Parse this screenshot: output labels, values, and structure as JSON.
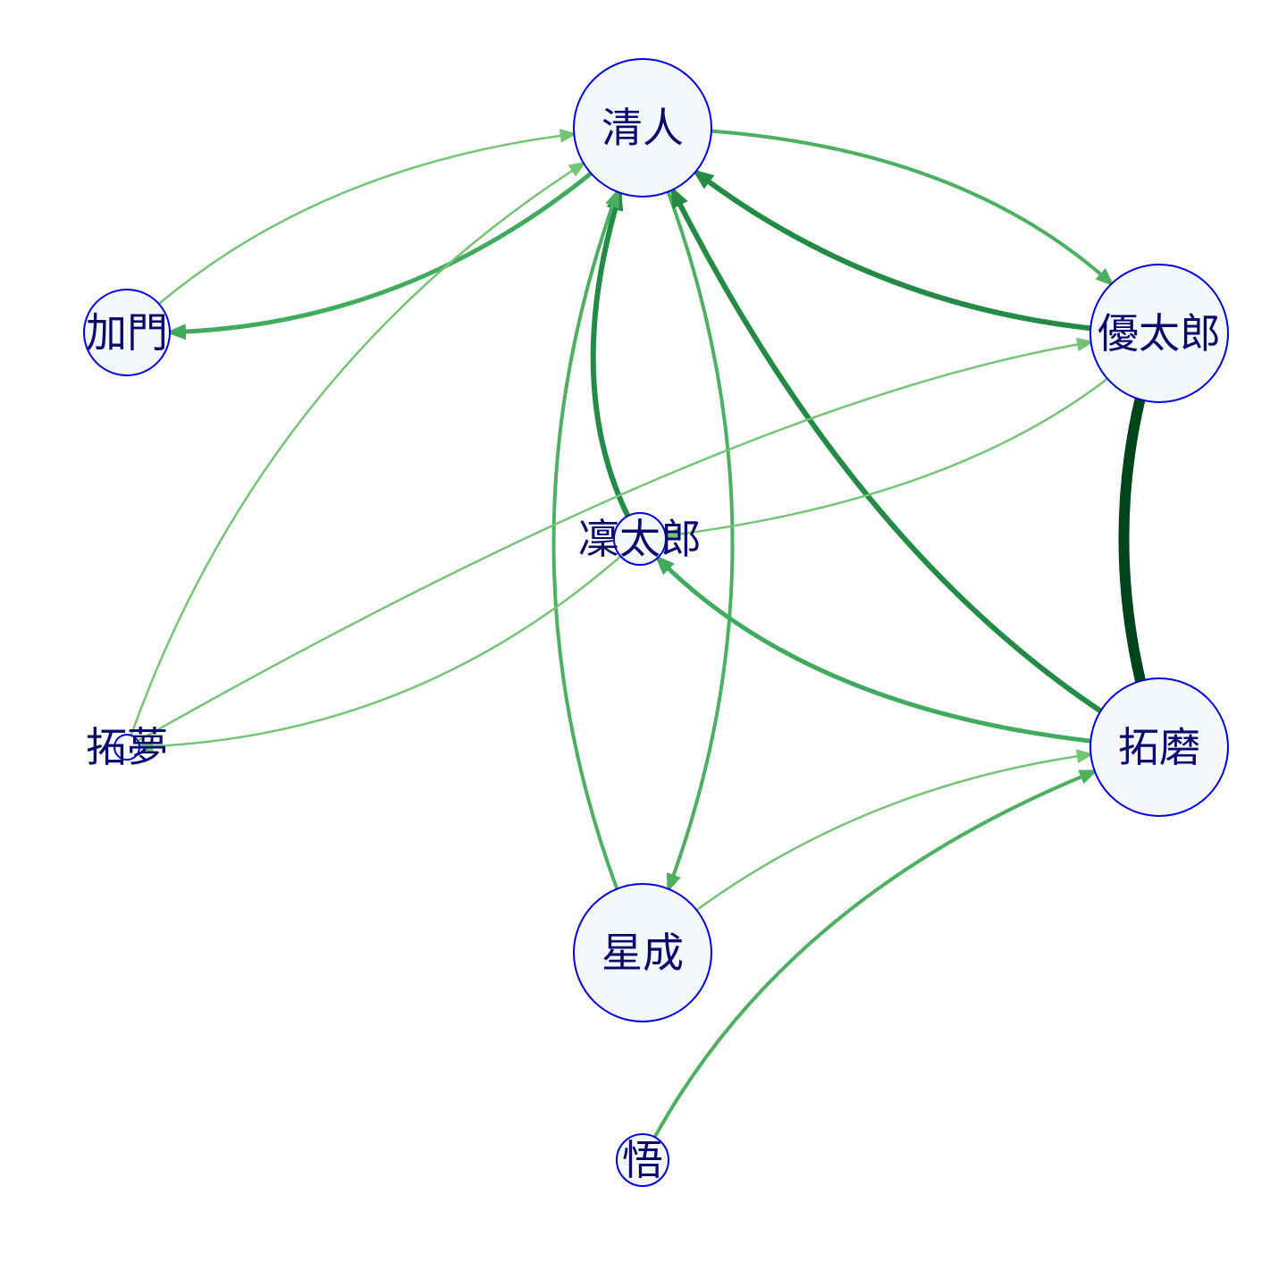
{
  "nodes": [
    {
      "id": "kiyoto",
      "label": "清人",
      "size": "large"
    },
    {
      "id": "kamon",
      "label": "加門",
      "size": "medium"
    },
    {
      "id": "yutaro",
      "label": "優太郎",
      "size": "large"
    },
    {
      "id": "rintaro",
      "label": "凜太郎",
      "size": "small"
    },
    {
      "id": "takumu",
      "label": "拓夢",
      "size": "tiny"
    },
    {
      "id": "takuma",
      "label": "拓磨",
      "size": "large"
    },
    {
      "id": "seina",
      "label": "星成",
      "size": "large"
    },
    {
      "id": "satoru",
      "label": "悟",
      "size": "small"
    }
  ],
  "edges": [
    {
      "from": "kamon",
      "to": "kiyoto",
      "weight": 1,
      "arrow": true
    },
    {
      "from": "kiyoto",
      "to": "kamon",
      "weight": 3,
      "arrow": true
    },
    {
      "from": "takumu",
      "to": "kiyoto",
      "weight": 1,
      "arrow": true
    },
    {
      "from": "kiyoto",
      "to": "yutaro",
      "weight": 2,
      "arrow": true
    },
    {
      "from": "yutaro",
      "to": "kiyoto",
      "weight": 4,
      "arrow": true
    },
    {
      "from": "rintaro",
      "to": "kiyoto",
      "weight": 4,
      "arrow": true
    },
    {
      "from": "kiyoto",
      "to": "seina",
      "weight": 2,
      "arrow": true
    },
    {
      "from": "seina",
      "to": "kiyoto",
      "weight": 2,
      "arrow": true
    },
    {
      "from": "takuma",
      "to": "kiyoto",
      "weight": 4,
      "arrow": true
    },
    {
      "from": "takumu",
      "to": "yutaro",
      "weight": 1,
      "arrow": true
    },
    {
      "from": "yutaro",
      "to": "rintaro",
      "weight": 1,
      "arrow": true
    },
    {
      "from": "rintaro",
      "to": "takumu",
      "weight": 1,
      "arrow": true
    },
    {
      "from": "takuma",
      "to": "rintaro",
      "weight": 3,
      "arrow": true
    },
    {
      "from": "yutaro",
      "to": "takuma",
      "weight": 8,
      "arrow": false
    },
    {
      "from": "seina",
      "to": "takuma",
      "weight": 1,
      "arrow": true
    },
    {
      "from": "satoru",
      "to": "takuma",
      "weight": 2,
      "arrow": true
    }
  ],
  "colors": {
    "node_fill": "#f4f8fd",
    "node_stroke": "#0000dd",
    "label": "#0a0a6e",
    "edge_w1": "#74c476",
    "edge_w2": "#4cb060",
    "edge_w3": "#41ab5d",
    "edge_w4": "#238b45",
    "edge_w8": "#00441b"
  }
}
